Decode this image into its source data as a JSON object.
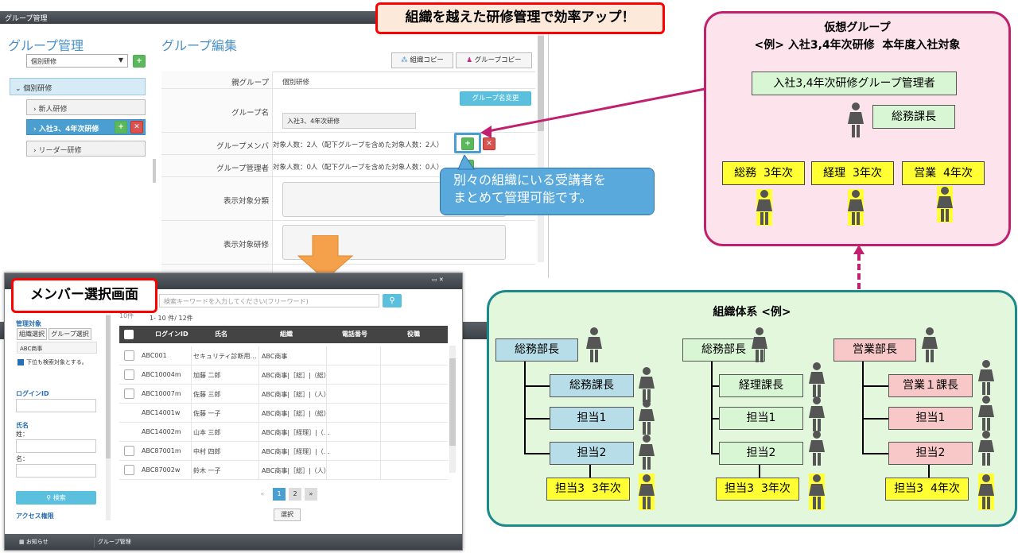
{
  "app": {
    "window_title": "グループ管理",
    "sidebar_title": "グループ管理",
    "select_value": "個別研修",
    "tree_root": "個別研修",
    "tree_items": [
      "新人研修",
      "入社3、4年次研修",
      "リーダー研修"
    ]
  },
  "edit": {
    "title": "グループ編集",
    "btn_org_copy": "組織コピー",
    "btn_group_copy": "グループコピー",
    "rows": {
      "parent_label": "親グループ",
      "parent_value": "個別研修",
      "name_label": "グループ名",
      "name_change_btn": "グループ名変更",
      "name_value": "入社3、4年次研修",
      "member_label": "グループメンバ",
      "member_value": "対象人数：2人（配下グループを含めた対象人数：2人）",
      "admin_label": "グループ管理者",
      "admin_value": "対象人数：0人（配下グループを含めた対象人数：0人）",
      "category_label": "表示対象分類",
      "course_label": "表示対象研修"
    }
  },
  "callouts": {
    "headline": "組織を越えた研修管理で効率アップ！",
    "bubble_line1": "別々の組織にいる受講者を",
    "bubble_line2": "まとめて管理可能です。",
    "member_screen": "メンバー選択画面"
  },
  "virtual": {
    "title": "仮想グループ",
    "subtitle": "<例> 入社3,4年次研修  本年度入社対象",
    "manager": "入社3,4年次研修グループ管理者",
    "chief": "総務課長",
    "members": [
      "総務  3年次",
      "経理  3年次",
      "営業  4年次"
    ]
  },
  "org": {
    "title": "組織体系 <例>",
    "depts": [
      {
        "head": "総務部長",
        "sub": [
          "総務課長",
          "担当1",
          "担当2",
          "担当3  3年次"
        ]
      },
      {
        "head": "総務部長",
        "sub": [
          "経理課長",
          "担当1",
          "担当2",
          "担当3  3年次"
        ]
      },
      {
        "head": "営業部長",
        "sub": [
          "営業１課長",
          "担当1",
          "担当2",
          "担当3  4年次"
        ]
      }
    ]
  },
  "member_dialog": {
    "search_placeholder": "検索キーワードを入力してください(フリーワード)",
    "page_size": "10件",
    "count": "1- 10 件/ 12件",
    "filter_title": "管理対象",
    "tab_org": "組織選択",
    "tab_group": "グループ選択",
    "scope_value": "ABC商事",
    "include_sub": "下位も検索対象とする。",
    "login_id_label": "ログインID",
    "name_label": "氏名",
    "sei": "姓：",
    "mei": "名：",
    "search_btn": "検索",
    "access_label": "アクセス権限",
    "select_btn": "選択",
    "pages": [
      "«",
      "1",
      "2",
      "»"
    ],
    "columns": [
      "ログインID",
      "氏名",
      "組織",
      "電話番号",
      "役職"
    ],
    "rows": [
      [
        "ABC001",
        "セキュリティ診断用…",
        "ABC商事"
      ],
      [
        "ABC10004m",
        "加藤 二郎",
        "ABC商事|［総］|（総）"
      ],
      [
        "ABC10007m",
        "佐藤 三郎",
        "ABC商事|［総］|（人）"
      ],
      [
        "ABC14001w",
        "佐藤 一子",
        "ABC商事|［総］|（総）"
      ],
      [
        "ABC14002m",
        "山本 三郎",
        "ABC商事|［経理］|（…"
      ],
      [
        "ABC87001m",
        "中村 四郎",
        "ABC商事|［経理］|（…"
      ],
      [
        "ABC87002w",
        "鈴木 一子",
        "ABC商事|［総］|（人）"
      ]
    ],
    "taskbar": [
      "お知らせ",
      "グループ管理"
    ]
  },
  "colors": {
    "accent": "#5bc0de",
    "green": "#5cb85c",
    "red": "#d9534f",
    "callout_red": "#ff0000",
    "virtual_border": "#c0206e",
    "org_border": "#1a8a8a"
  }
}
